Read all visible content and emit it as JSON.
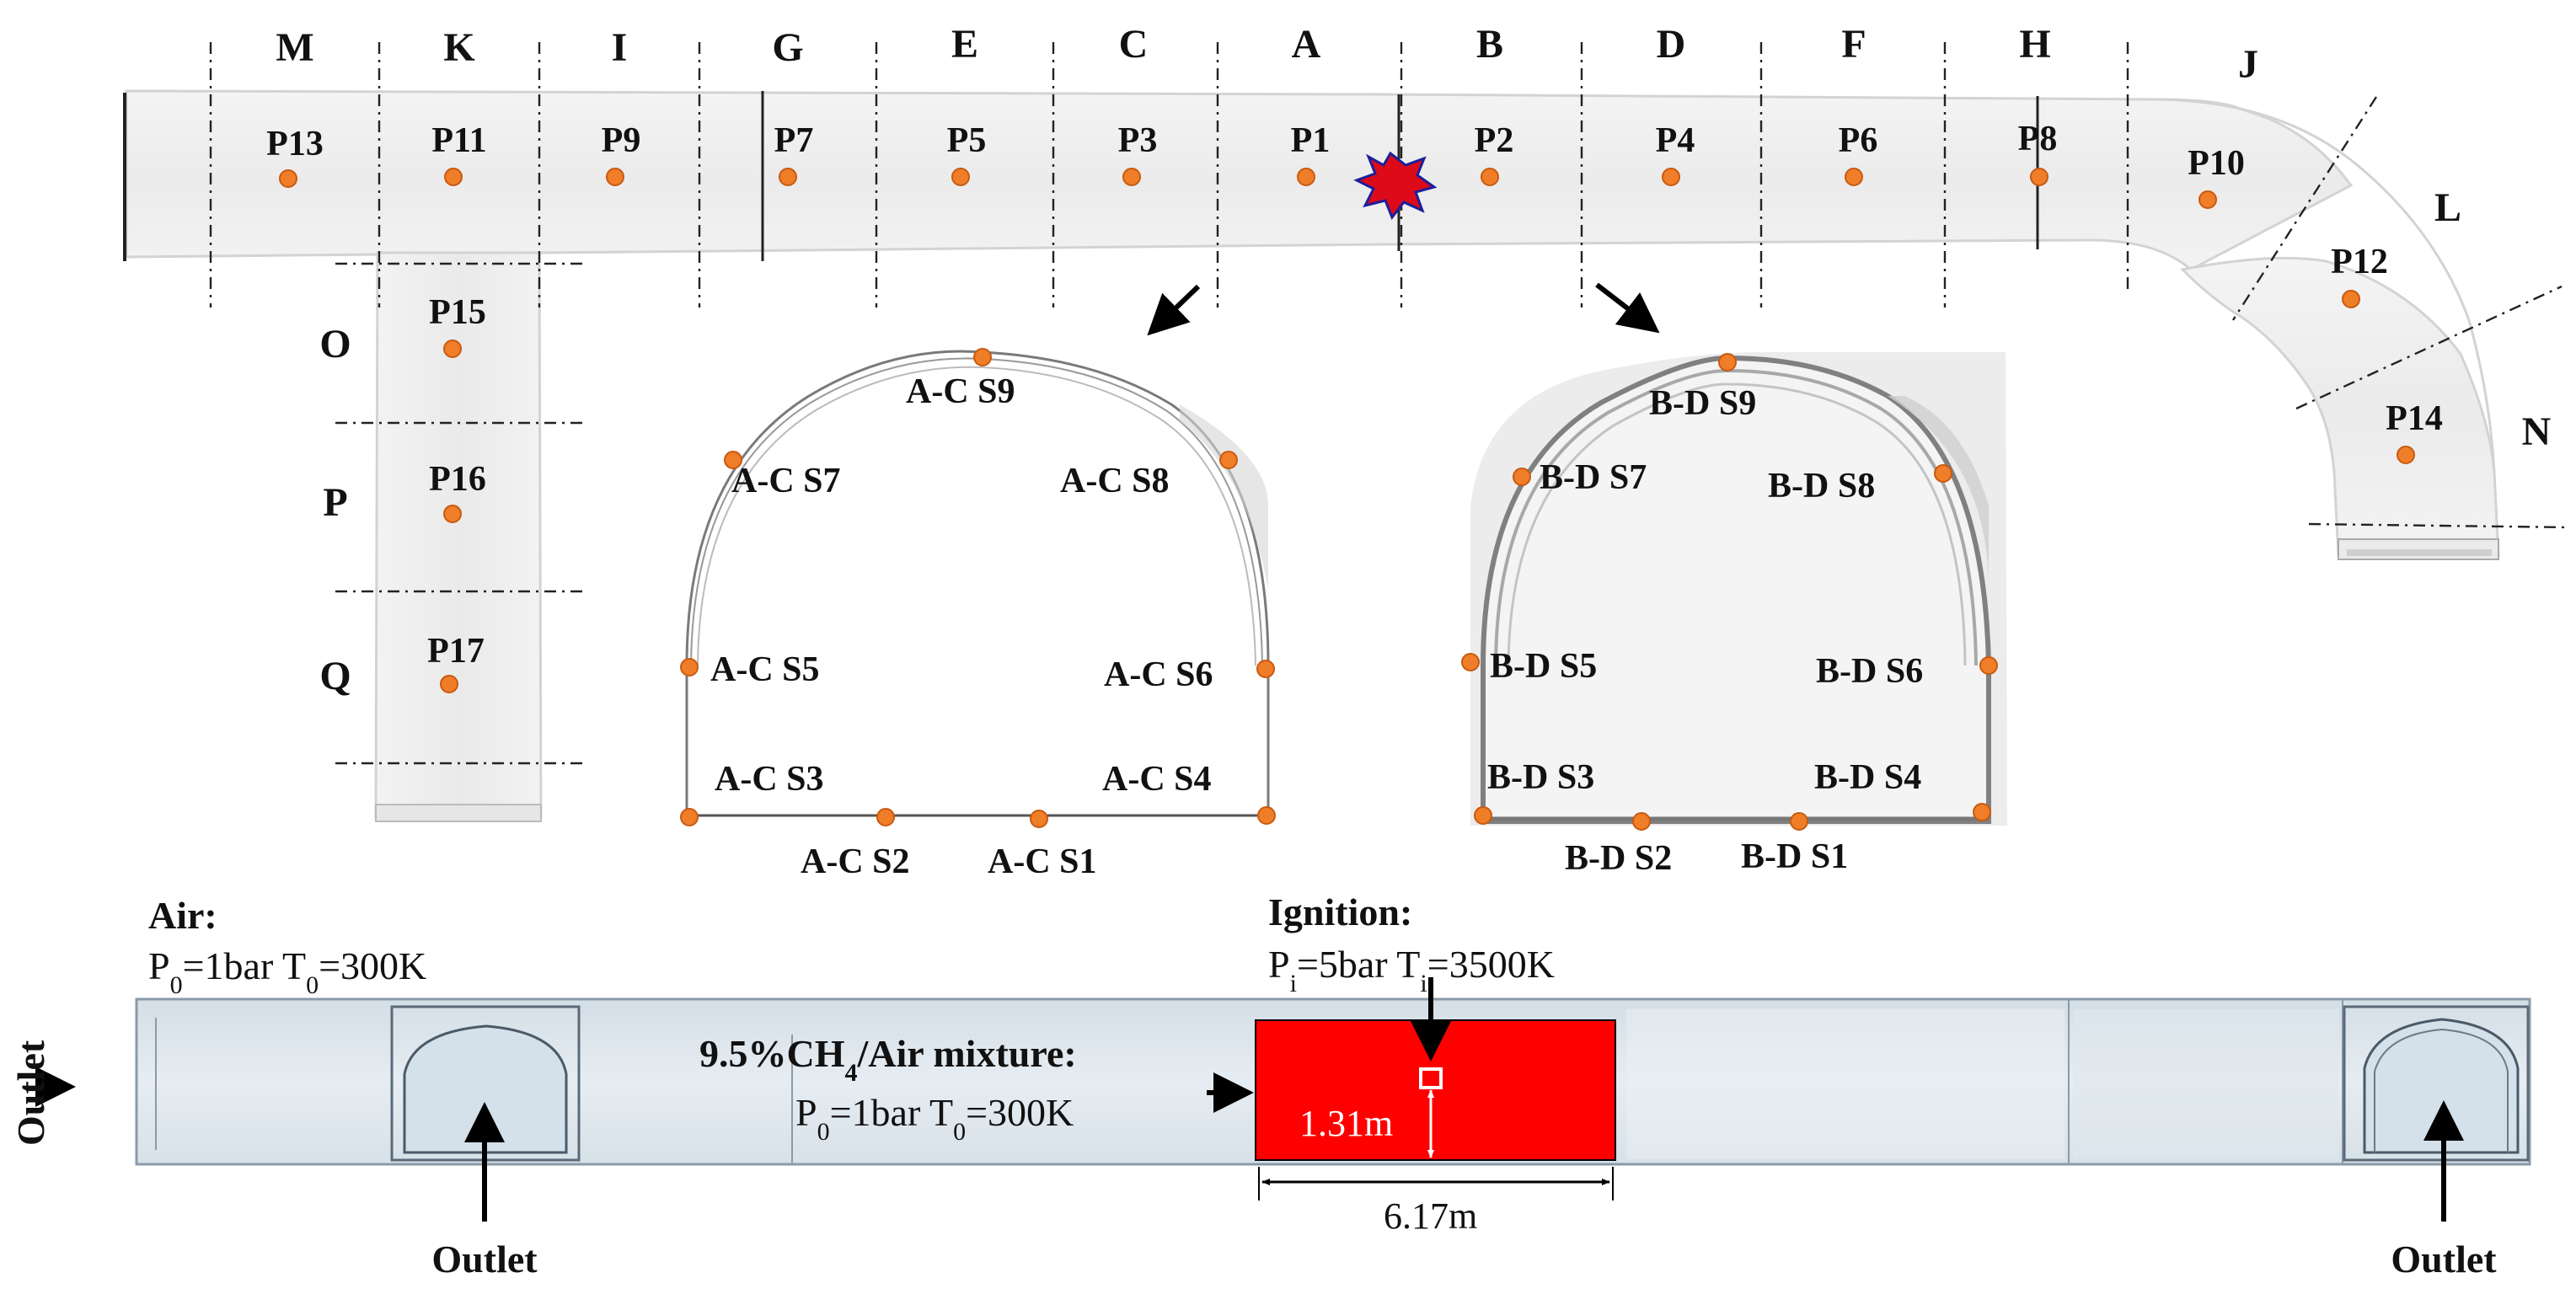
{
  "colors": {
    "tunnel_fill": "#ececec",
    "tunnel_edge": "#c6c6c6",
    "measure_point": "#f07d28",
    "ignition_zone": "#ff0000",
    "ignition_star": "#dd0a1a",
    "ignition_star_edge": "#1e1e9a",
    "bottom_tunnel": "#dde6ec",
    "text": "#111111"
  },
  "section_labels": [
    "M",
    "K",
    "I",
    "G",
    "E",
    "C",
    "A",
    "B",
    "D",
    "F",
    "H",
    "J",
    "L",
    "N",
    "O",
    "P",
    "Q"
  ],
  "points": [
    "P1",
    "P2",
    "P3",
    "P4",
    "P5",
    "P6",
    "P7",
    "P8",
    "P9",
    "P10",
    "P11",
    "P12",
    "P13",
    "P14",
    "P15",
    "P16",
    "P17"
  ],
  "ac_section": {
    "sensors": [
      "A-C S1",
      "A-C S2",
      "A-C S3",
      "A-C S4",
      "A-C S5",
      "A-C S6",
      "A-C S7",
      "A-C S8",
      "A-C S9"
    ]
  },
  "bd_section": {
    "sensors": [
      "B-D S1",
      "B-D S2",
      "B-D S3",
      "B-D S4",
      "B-D S5",
      "B-D S6",
      "B-D S7",
      "B-D S8",
      "B-D S9"
    ]
  },
  "bottom": {
    "air_title": "Air:",
    "air_conditions": {
      "p_sym": "P",
      "p_sub": "0",
      "p_val": "=1bar ",
      "t_sym": "T",
      "t_sub": "0",
      "t_val": "=300K"
    },
    "ignition_title": "Ignition:",
    "ignition_conditions": {
      "p_sym": "P",
      "p_sub": "i",
      "p_val": "=5bar ",
      "t_sym": "T",
      "t_sub": "i",
      "t_val": "=3500K"
    },
    "mixture_title": {
      "prefix": "9.5%CH",
      "sub": "4",
      "suffix": "/Air mixture:"
    },
    "mixture_conditions": {
      "p_sym": "P",
      "p_sub": "0",
      "p_val": "=1bar ",
      "t_sym": "T",
      "t_sub": "0",
      "t_val": "=300K"
    },
    "height_dim": "1.31m",
    "length_dim": "6.17m",
    "outlet_left": "Outlet",
    "outlet_bottom_left": "Outlet",
    "outlet_bottom_right": "Outlet"
  }
}
